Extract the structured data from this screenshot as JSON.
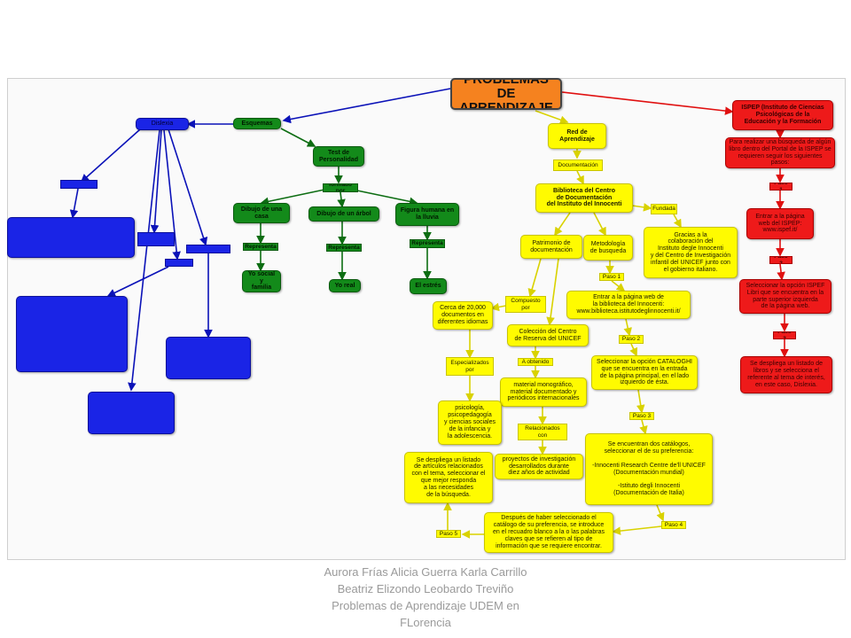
{
  "title": "PROBLEMAS DE\nAPRENDIZAJE",
  "caption": [
    "Aurora Frías Alicia Guerra Karla Carrillo",
    "Beatriz Elizondo Leobardo Treviño",
    "Problemas de Aprendizaje UDEM en",
    "FLorencia"
  ],
  "blue": {
    "dislexia": "Dislexia",
    "left": "",
    "left_text": "",
    "mid1": "",
    "mid2": "",
    "mid3": "",
    "box1": "",
    "box2": "",
    "box3": ""
  },
  "green": {
    "esquemas": "Esquemas",
    "test": "Test de\nPersonalidad",
    "formado": "formado por",
    "dibujo_casa": "Dibujo de una\ncasa",
    "dibujo_arbol": "Dibujo de un árbol",
    "figura": "Figura humana en\nla lluvia",
    "rep1": "Representa",
    "rep2": "Representa",
    "rep3": "Representa",
    "yo_social": "Yo social y\nfamilia",
    "yo_real": "Yo real",
    "estres": "El estrés"
  },
  "yellow": {
    "red": "Red de\nAprendizaje",
    "documentacion": "Documentación",
    "biblioteca": "Biblioteca del Centro\nde Documentación\ndel Instituto del Innocenti",
    "fundada": "Fundada",
    "gracias": "Gracias a la\ncolaboración del\nInstituto degle Innocenti\ny del Centro de Investigación\ninfantil del UNICEF junto con\nel gobierno italiano.",
    "patrimonio": "Patrimonio de\ndocumentación",
    "metodologia": "Metodología\nde busqueda",
    "paso1": "Paso 1",
    "entrar": "Entrar a la página web de\nla biblioteca del Innocenti:\nwww.biblioteca.istitutodeglinnocenti.it/",
    "compuesto": "Compuesto\npor",
    "cerca": "Cerca de 20,000\ndocumentos en\ndiferentes idiomas",
    "coleccion": "Colección del Centro\nde Reserva del UNICEF",
    "paso2": "Paso 2",
    "seleccionar": "Seleccionar la opción CATALOGHI\nque se encuentra en la entrada\nde la página principal, en el lado\nizquierdo de ésta.",
    "especializados": "Especializados\npor",
    "obtenido": "A obtenido",
    "material": "material monográfico,\nmaterial documentado y\nperiódicos internacionales",
    "paso3": "Paso 3",
    "psicologia": "psicología,\npsicopedagogía\ny ciencias sociales\nde la infancia y\nla adolescencia.",
    "relacionados": "Relacionados\ncon",
    "catalogos": "Se encuentran dos catálogos,\nseleccionar el de su preferencia:\n\n-Innocenti Research Centre de'll UNICEF\n(Documentación mundial)\n\n-Istituto degli Innocenti\n(Documentación de Italia)",
    "despliega": "Se despliega un listado\nde artículos relacionados\ncon el tema, seleccionar el\nque mejor responda\na las necesidades\nde la búsqueda.",
    "proyectos": "proyectos de investigación\ndesarrollados durante\ndiez años de actividad",
    "paso4": "Paso 4",
    "despues": "Después de haber seleccionado el\ncatálogo de su preferencia, se introduce\nen el recuadro blanco a la o las palabras\nclaves que se refieren al tipo de\ninformación que se requiere encontrar.",
    "paso5": "Paso 5"
  },
  "red": {
    "isrep": "ISPEP (Instituto de Ciencias\nPsicológicas de la\nEducación y la Formación",
    "para": "Para realizar una búsqueda de algún\nlibro dentro del Portal de la ISPEP se\nrequieren seguir los siguientes pasos:",
    "paso1": "Paso 1",
    "entrar": "Entrar a la página\nweb del ISPEP:\nwww.ispef.it/",
    "paso2": "Paso 2",
    "seleccionar": "Seleccionar la opción ISPEF\nLibri que se encuentra en la\nparte superior izquierda\nde la página web.",
    "paso3": "Paso 3",
    "despliega": "Se despliega un listado de\nlibros y se selecciona el\nreferente al tema de interés,\nen este caso, Dislexia."
  }
}
